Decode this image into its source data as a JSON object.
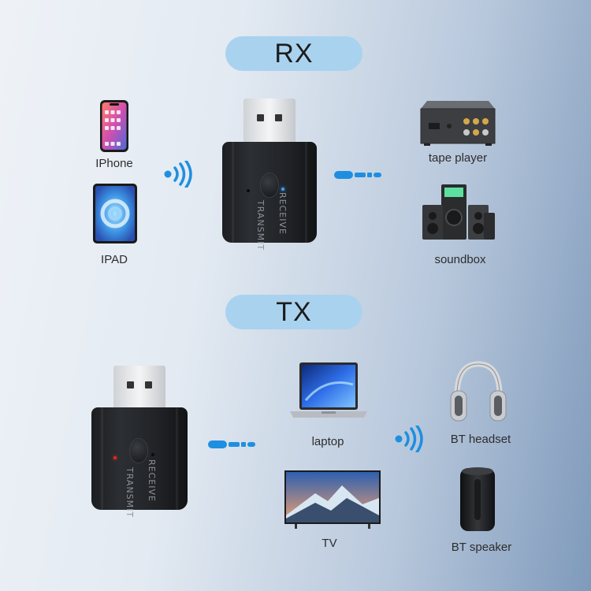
{
  "rx": {
    "title": "RX",
    "inputs": [
      {
        "label": "IPhone",
        "icon": "iphone-icon"
      },
      {
        "label": "IPAD",
        "icon": "ipad-icon"
      }
    ],
    "outputs": [
      {
        "label": "tape player",
        "icon": "tape-player-icon"
      },
      {
        "label": "soundbox",
        "icon": "soundbox-icon"
      }
    ],
    "device_text": {
      "left": "TRANSMIT",
      "right": "RECEIVE"
    },
    "indicator_color": "#3aa0ff"
  },
  "tx": {
    "title": "TX",
    "sources": [
      {
        "label": "laptop",
        "icon": "laptop-icon"
      },
      {
        "label": "TV",
        "icon": "tv-icon"
      }
    ],
    "outputs": [
      {
        "label": "BT headset",
        "icon": "headphones-icon"
      },
      {
        "label": "BT speaker",
        "icon": "speaker-icon"
      }
    ],
    "device_text": {
      "left": "TRANSMIT",
      "right": "RECEIVE"
    },
    "indicator_color": "#e02828"
  },
  "colors": {
    "pill": "#a9d2ef",
    "signal": "#1e8fe0",
    "dongle": "#202226"
  }
}
